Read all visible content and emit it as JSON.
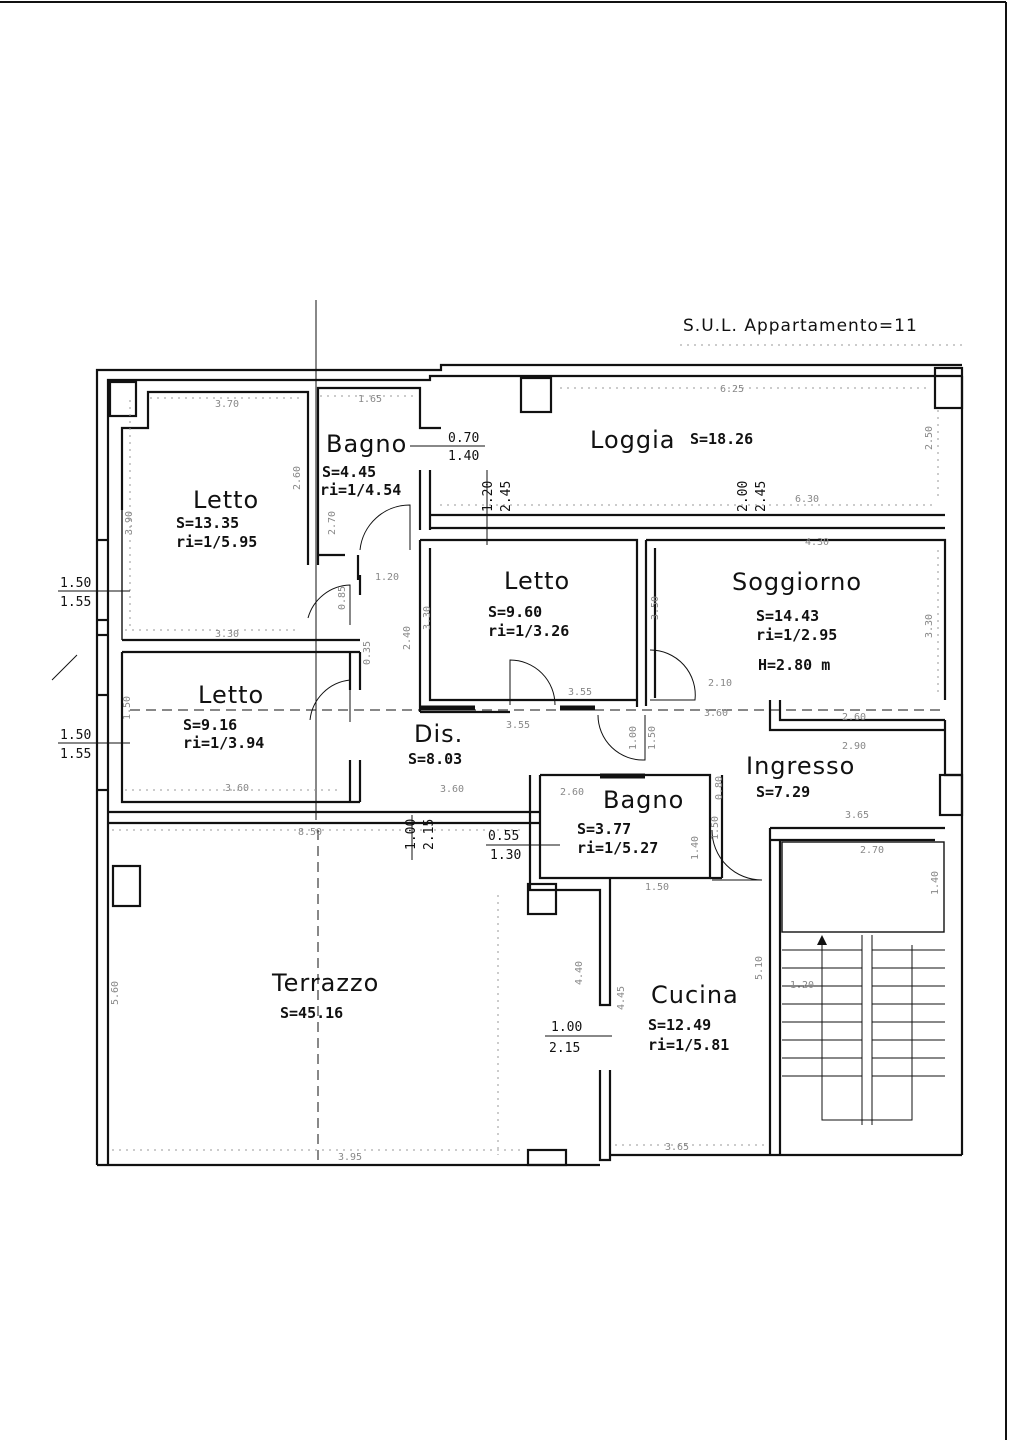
{
  "header": {
    "text": "S.U.L. Appartamento=11"
  },
  "rooms": {
    "letto1": {
      "name": "Letto",
      "s": "S=13.35",
      "ri": "ri=1/5.95"
    },
    "bagno1": {
      "name": "Bagno",
      "s": "S=4.45",
      "ri": "ri=1/4.54"
    },
    "loggia": {
      "name": "Loggia",
      "s": "S=18.26"
    },
    "letto2": {
      "name": "Letto",
      "s": "S=9.60",
      "ri": "ri=1/3.26"
    },
    "soggiorno": {
      "name": "Soggiorno",
      "s": "S=14.43",
      "ri": "ri=1/2.95",
      "h": "H=2.80 m"
    },
    "letto3": {
      "name": "Letto",
      "s": "S=9.16",
      "ri": "ri=1/3.94"
    },
    "dis": {
      "name": "Dis.",
      "s": "S=8.03"
    },
    "ingresso": {
      "name": "Ingresso",
      "s": "S=7.29"
    },
    "bagno2": {
      "name": "Bagno",
      "s": "S=3.77",
      "ri": "ri=1/5.27"
    },
    "terrazzo": {
      "name": "Terrazzo",
      "s": "S=45.16"
    },
    "cucina": {
      "name": "Cucina",
      "s": "S=12.49",
      "ri": "ri=1/5.81"
    }
  },
  "openings": {
    "bagno1_win": {
      "top": "0.70",
      "bottom": "1.40"
    },
    "left_win1": {
      "top": "1.50",
      "bottom": "1.55"
    },
    "left_win2": {
      "top": "1.50",
      "bottom": "1.55"
    },
    "bagno2_win": {
      "top": "0.55",
      "bottom": "1.30"
    },
    "cucina_win": {
      "top": "1.00",
      "bottom": "2.15"
    },
    "letto2_v": {
      "a": "1.20",
      "b": "2.45"
    },
    "sogg_v": {
      "a": "2.00",
      "b": "2.45"
    },
    "dis_v": {
      "a": "1.00",
      "b": "2.15"
    }
  }
}
